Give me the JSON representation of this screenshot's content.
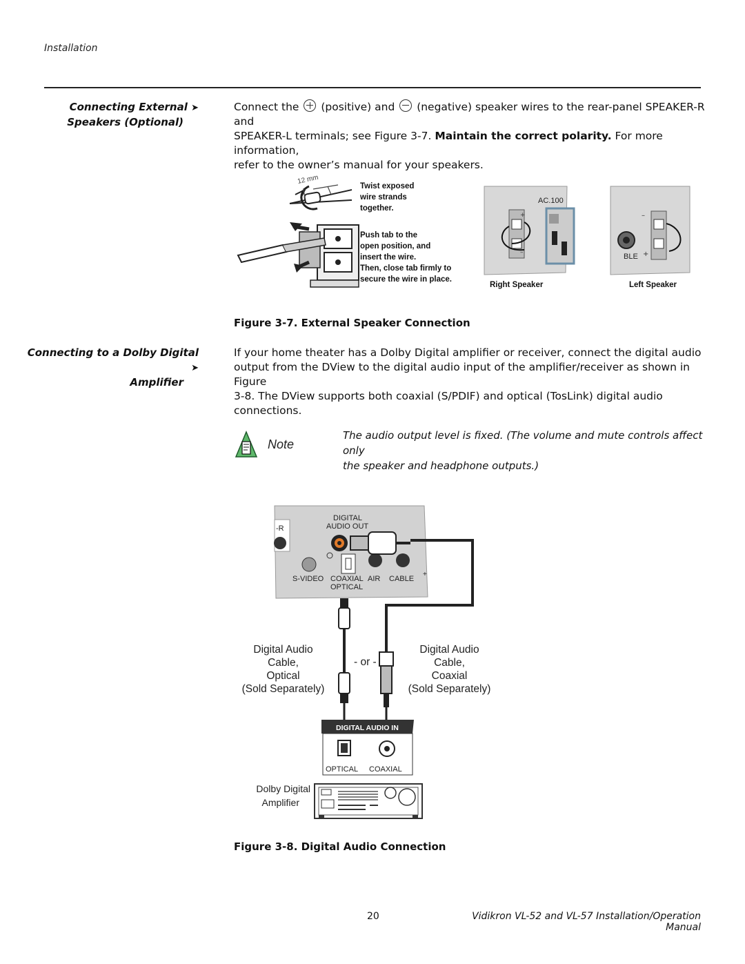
{
  "header": {
    "section": "Installation"
  },
  "speakers": {
    "heading_line1": "Connecting External",
    "heading_line2": "Speakers (Optional)",
    "p_connect": "Connect the",
    "p_positive": "(positive) and",
    "p_negative": "(negative) speaker wires to the rear-panel SPEAKER-R and",
    "p_line2a": "SPEAKER-L terminals; see Figure 3-7.",
    "p_line2b": "Maintain the correct polarity.",
    "p_line2c": "For more information,",
    "p_line3": "refer to the owner’s manual for your speakers."
  },
  "figure7": {
    "mm": "12 mm",
    "twist": [
      "Twist exposed",
      "wire strands",
      "together."
    ],
    "push": [
      "Push tab to the",
      "open position, and",
      "insert the wire.",
      "Then, close tab firmly to",
      "secure the wire in place."
    ],
    "ac": "AC.100",
    "ble": "BLE",
    "plus": "+",
    "minus": "–",
    "right_speaker": "Right Speaker",
    "left_speaker": "Left Speaker",
    "caption": "Figure 3-7. External Speaker Connection"
  },
  "dolby": {
    "heading_line1": "Connecting to a Dolby Digital",
    "heading_line2": "Amplifier",
    "lines": [
      "If your home theater has a Dolby Digital amplifier or receiver, connect the digital audio",
      "output from the DView to the digital audio input of the amplifier/receiver as shown in Figure",
      "3-8. The DView supports both coaxial (S/PDIF) and optical (TosLink) digital audio",
      "connections."
    ]
  },
  "note": {
    "label": "Note",
    "line1": "The audio output level is fixed. (The volume and mute controls affect only",
    "line2": "the speaker and headphone outputs.)"
  },
  "figure8": {
    "digital": "DIGITAL",
    "audio_out": "AUDIO OUT",
    "r_label": "-R",
    "svideo": "S-VIDEO",
    "coaxial_top": "COAXIAL",
    "optical_top": "OPTICAL",
    "air": "AIR",
    "cable": "CABLE",
    "plus": "+",
    "optical_cable": [
      "Digital Audio Cable,",
      "Optical",
      "(Sold Separately)"
    ],
    "or": "- or -",
    "coaxial_cable": [
      "Digital Audio Cable,",
      "Coaxial",
      "(Sold Separately)"
    ],
    "digital_audio_in": "DIGITAL AUDIO IN",
    "optical_bottom": "OPTICAL",
    "coaxial_bottom": "COAXIAL",
    "amp_label": [
      "Dolby Digital",
      "Amplifier"
    ],
    "caption": "Figure 3-8. Digital Audio Connection"
  },
  "footer": {
    "page": "20",
    "title": "Vidikron VL-52 and VL-57 Installation/Operation Manual"
  }
}
